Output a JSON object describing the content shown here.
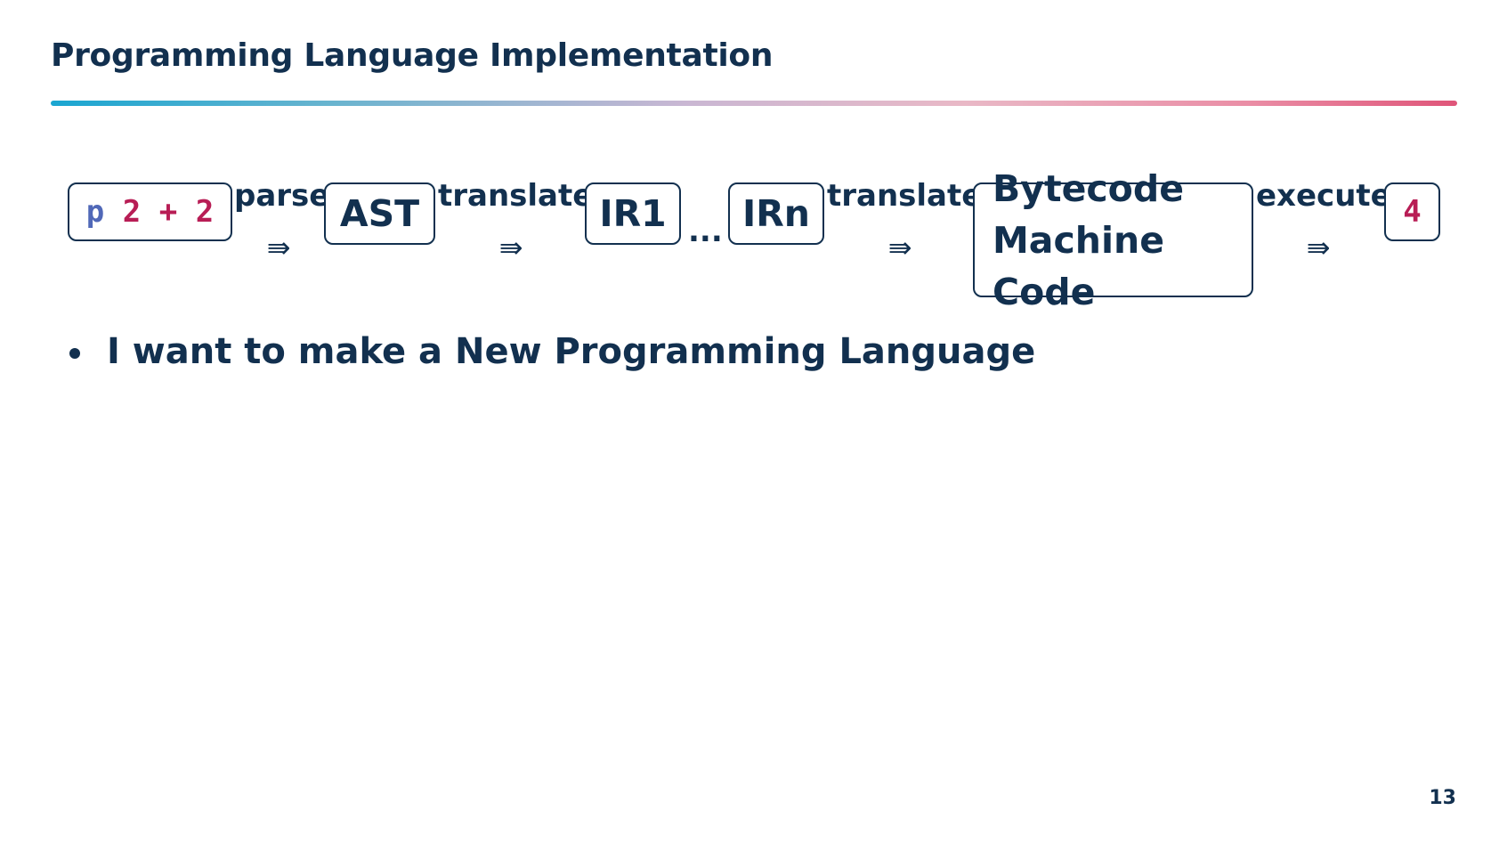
{
  "slide": {
    "title": "Programming Language Implementation",
    "page_number": "13"
  },
  "pipeline": {
    "source_tokens": [
      "p",
      "2",
      "+",
      "2"
    ],
    "ast": "AST",
    "ir1": "IR1",
    "ellipsis": "...",
    "irn": "IRn",
    "output_lines": [
      "Bytecode",
      "Machine Code"
    ],
    "result": "4",
    "edges": {
      "parse": "parse",
      "translate1": "translate",
      "translate2": "translate",
      "execute": "execute"
    },
    "arrow_glyph": "⇛"
  },
  "bullets": [
    "I want to make a New Programming Language"
  ],
  "colors": {
    "text": "#12304f",
    "keyword": "#5068b8",
    "literal": "#b81d55"
  }
}
